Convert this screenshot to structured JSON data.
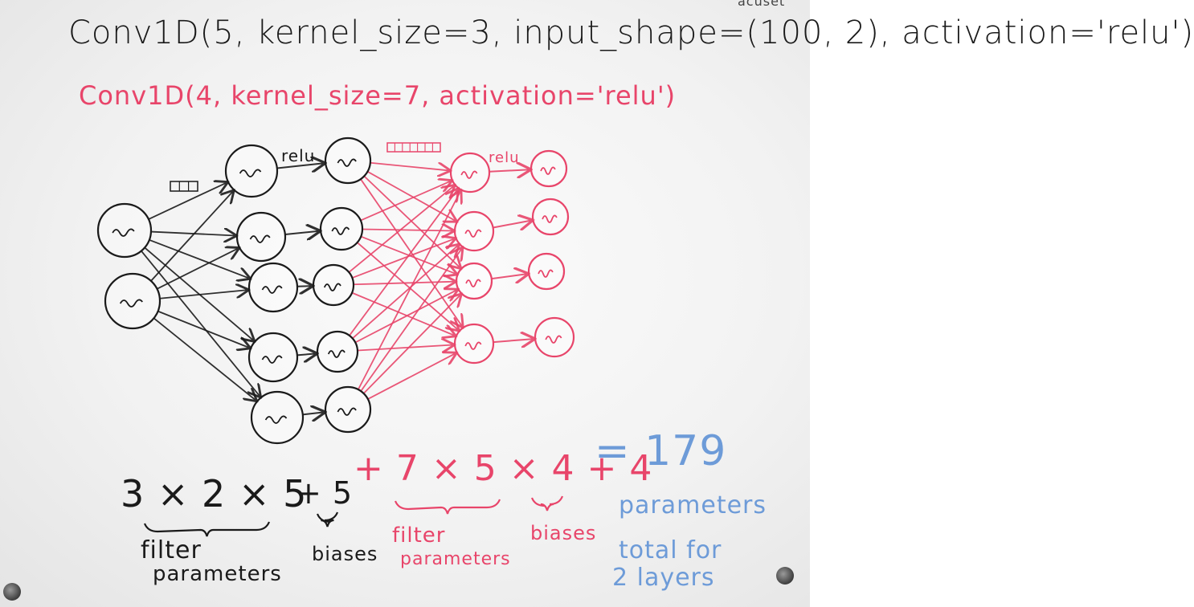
{
  "whiteboard": {
    "corner_text": "acuset",
    "line1": "Conv1D(5, kernel_size=3, input_shape=(100, 2), activation='relu')",
    "line2": "Conv1D(4, kernel_size=7, activation='relu')",
    "relu_label_1": "relu",
    "relu_label_2": "relu",
    "equation": {
      "term1": "3 × 2 × 5",
      "term2": "+ 5",
      "term3": "+ 7 × 5 × 4 + 4",
      "result": "= 179"
    },
    "labels": {
      "filter1_line1": "filter",
      "filter1_line2": "parameters",
      "biases1": "biases",
      "filter2_line1": "filter",
      "filter2_line2": "parameters",
      "biases2": "biases",
      "total_line1": "parameters",
      "total_line2": "total for",
      "total_line3": "2 layers"
    }
  },
  "colors": {
    "black_ink": "#1a1a1a",
    "red_ink": "#e8456a",
    "blue_ink": "#6d9bd8"
  }
}
